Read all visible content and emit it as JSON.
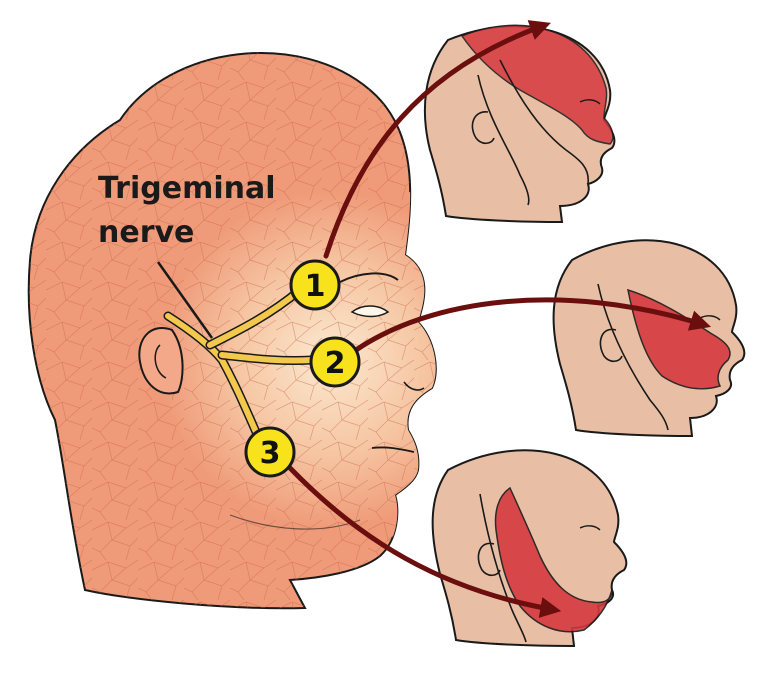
{
  "title": {
    "line1": "Trigeminal",
    "line2": "nerve"
  },
  "branches": [
    {
      "number": "1"
    },
    {
      "number": "2"
    },
    {
      "number": "3"
    }
  ],
  "colors": {
    "skin_main": "#ef9a78",
    "skin_light": "#fbe3c6",
    "skin_small": "#e8bfa5",
    "nerve": "#f2c94c",
    "marker_fill": "#f7e21c",
    "highlight_red": "#d6393f",
    "arrow": "#6b0e0e",
    "outline": "#1a1a1a"
  }
}
